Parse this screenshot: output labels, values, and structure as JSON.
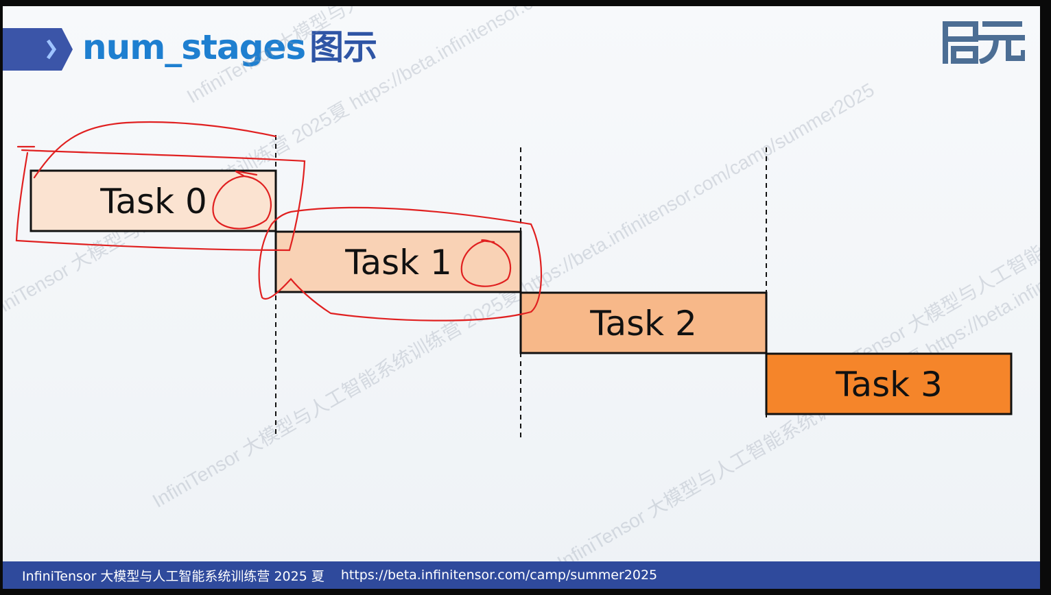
{
  "slide": {
    "title": "num_stages",
    "title_suffix": "图示",
    "logo_text": "启元",
    "colors": {
      "title_blue": "#1e7fd0",
      "title_dark": "#2f55a5",
      "header_bar": "#3b55a8",
      "footer_bg": "#2f4a9c",
      "annotation_red": "#e02020"
    }
  },
  "tasks": [
    {
      "label": "Task 0",
      "color": "#fbe3d1"
    },
    {
      "label": "Task 1",
      "color": "#f9d2b5"
    },
    {
      "label": "Task 2",
      "color": "#f7b889"
    },
    {
      "label": "Task 3",
      "color": "#f5852a"
    }
  ],
  "watermark": {
    "text_a": "InfiniTensor 大模型与人工智能系统训练营 2025夏 https://beta.infinitensor.com/camp/summer2025"
  },
  "footer": {
    "camp": "InfiniTensor 大模型与人工智能系统训练营 2025 夏",
    "url": "https://beta.infinitensor.com/camp/summer2025"
  }
}
